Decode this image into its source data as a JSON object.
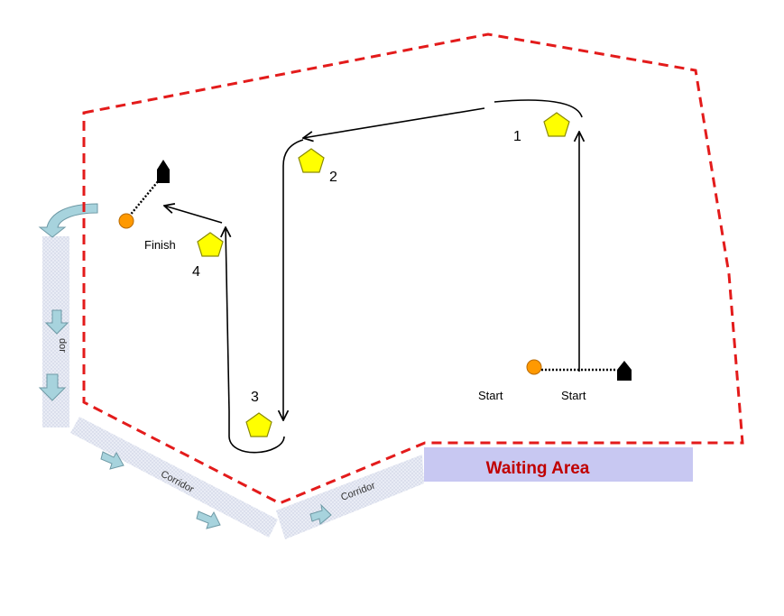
{
  "diagram": {
    "marks": [
      {
        "id": "mark-1",
        "label": "1"
      },
      {
        "id": "mark-2",
        "label": "2"
      },
      {
        "id": "mark-3",
        "label": "3"
      },
      {
        "id": "mark-4",
        "label": "4"
      }
    ],
    "start": {
      "label_left": "Start",
      "label_right": "Start"
    },
    "finish": {
      "label": "Finish"
    },
    "waiting_area": {
      "label": "Waiting Area"
    },
    "corridors": {
      "left": "dor",
      "bottom_left": "Corridor",
      "bottom_right": "Corridor"
    }
  },
  "colors": {
    "boundary": "#e31b1b",
    "course_line": "#000000",
    "mark_fill": "#ffff00",
    "pin_fill": "#ff9900",
    "corridor_fill": "#e3e6f2",
    "corridor_arrow": "#a7d3dd",
    "waiting_fill": "#c8c8f2",
    "waiting_text": "#c00000"
  }
}
